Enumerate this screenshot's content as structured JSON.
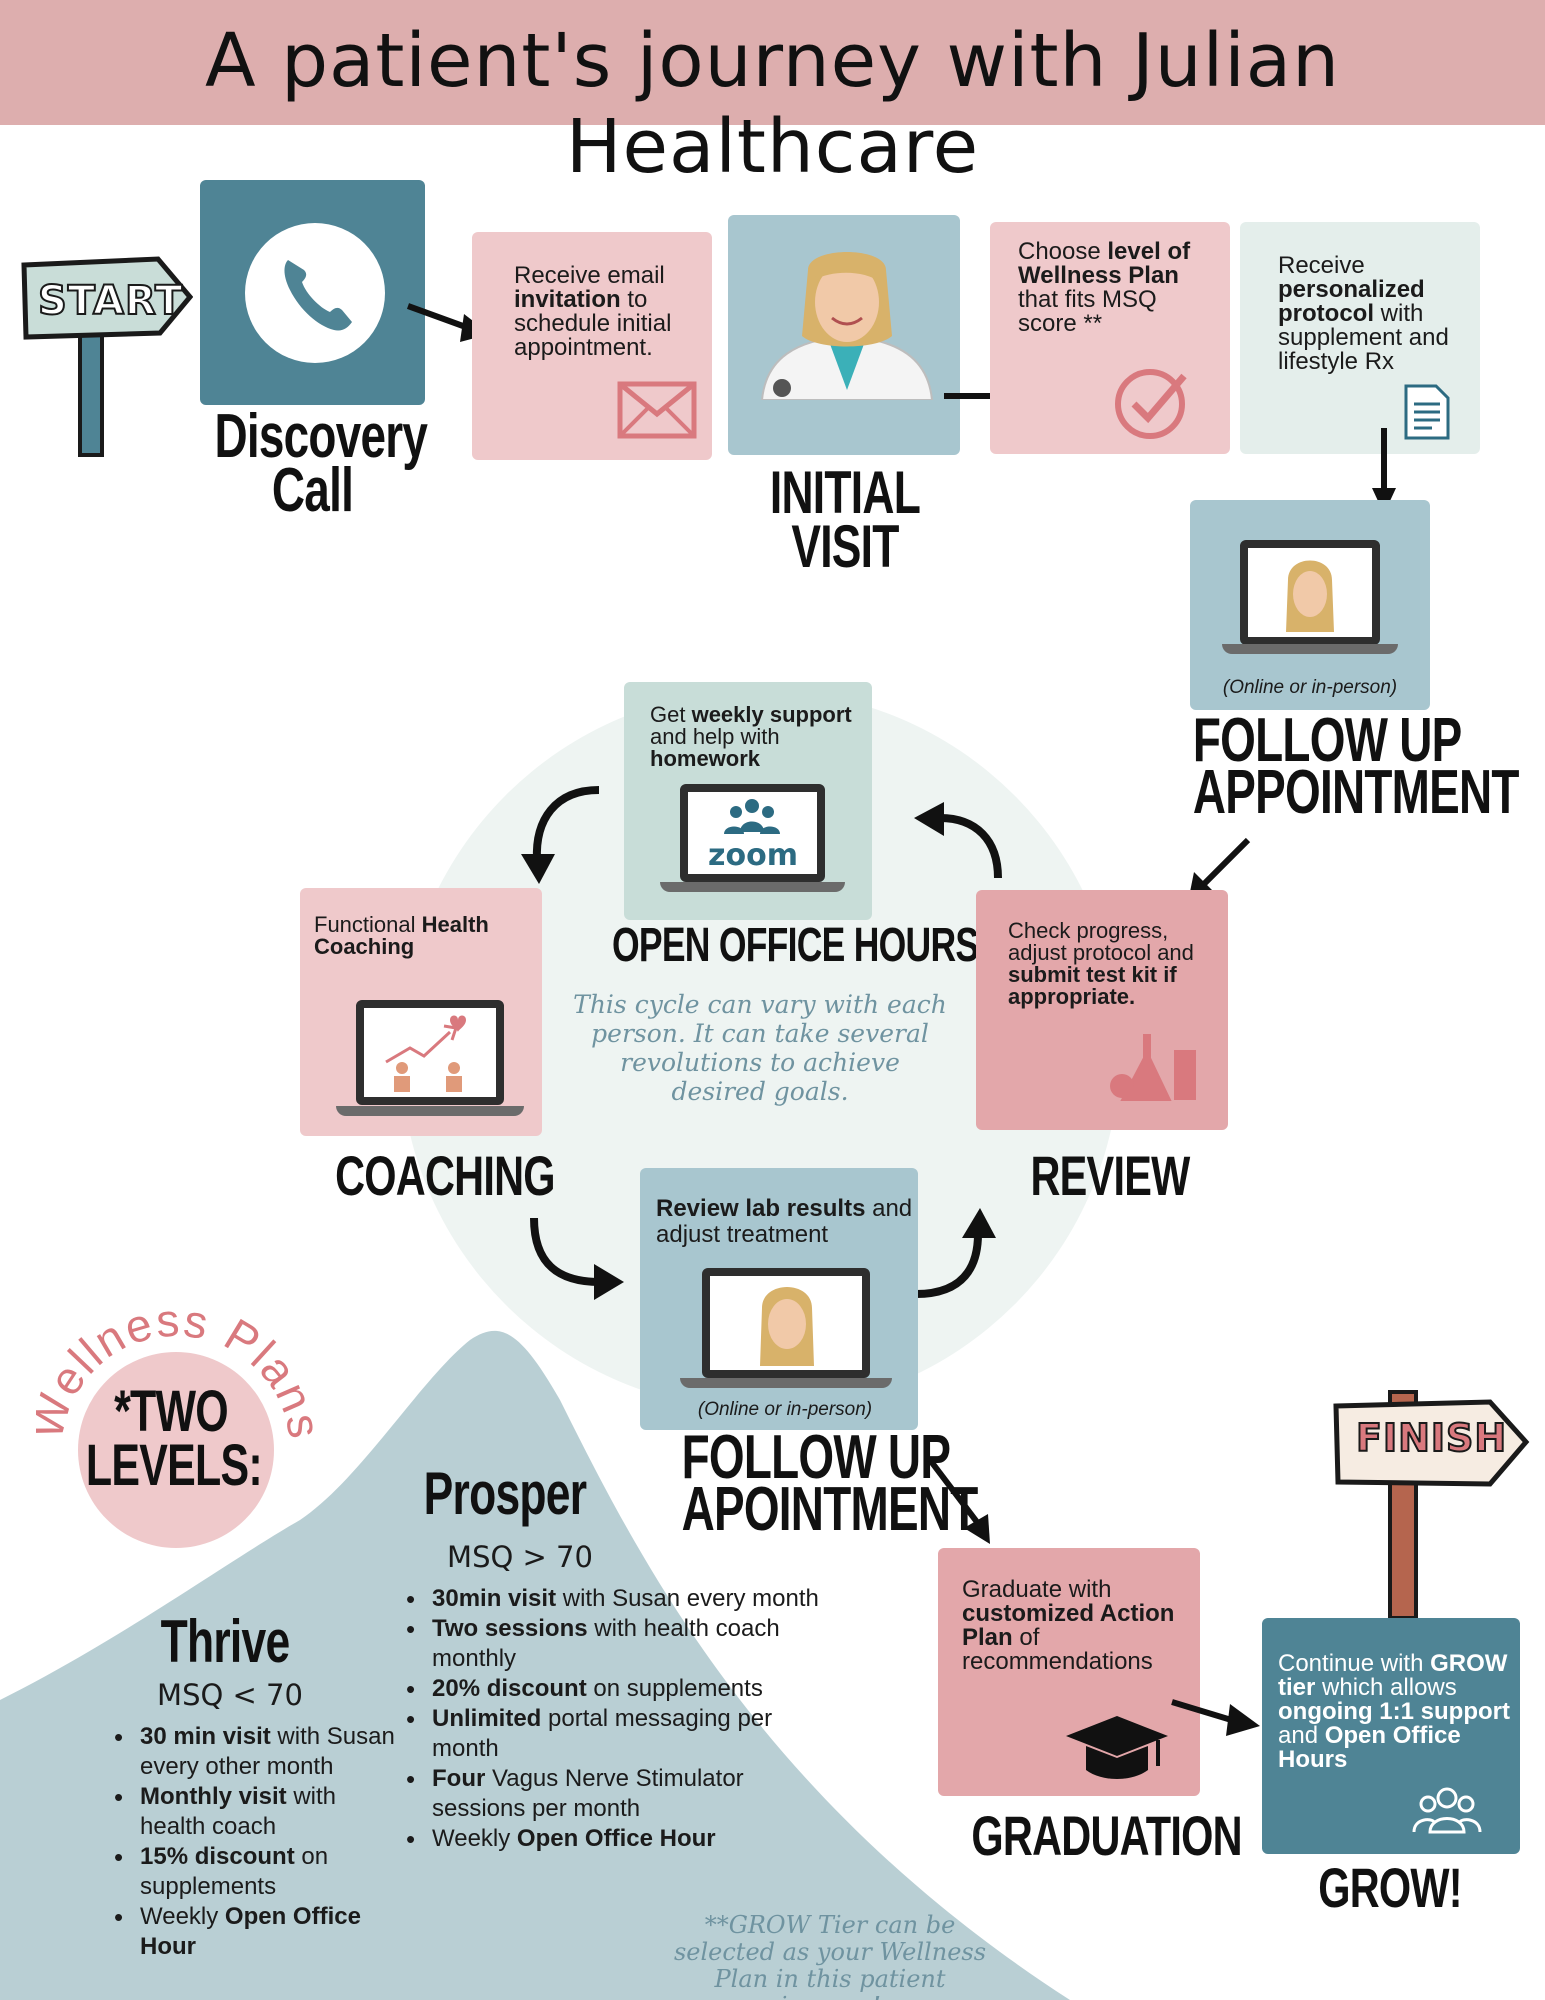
{
  "header": {
    "title": "A patient's journey with Julian Healthcare"
  },
  "start_sign": {
    "label": "START"
  },
  "finish_sign": {
    "label": "FINISH"
  },
  "steps": {
    "discovery": {
      "label": "Discovery Call"
    },
    "invitation": {
      "pre": "Receive email ",
      "bold": "invitation",
      "post": " to schedule initial appointment."
    },
    "initial_visit": {
      "label": "INITIAL VISIT"
    },
    "choose_level": {
      "pre": "Choose ",
      "bold": "level of Wellness Plan",
      "post": " that fits MSQ score **"
    },
    "protocol": {
      "pre": "Receive ",
      "bold": "personalized protocol",
      "post": " with supplement and lifestyle Rx"
    },
    "follow_up_1": {
      "caption": "(Online or in-person)",
      "label_line1": "FOLLOW UP",
      "label_line2": "APPOINTMENT"
    },
    "office_hours": {
      "pre": "Get ",
      "bold1": "weekly support",
      "mid": " and help with ",
      "bold2": "homework",
      "app_name": "zoom",
      "label": "OPEN OFFICE HOURS"
    },
    "coaching": {
      "pre": "Functional ",
      "bold": "Health Coaching",
      "label": "COACHING"
    },
    "review": {
      "pre": "Check progress, adjust protocol and ",
      "bold": "submit test kit if appropriate.",
      "label": "REVIEW"
    },
    "follow_up_2": {
      "bold": "Review lab results",
      "post": " and adjust treatment",
      "caption": "(Online or in-person)",
      "label_line1": "FOLLOW UP",
      "label_line2": "APOINTMENT"
    },
    "graduation": {
      "pre": "Graduate with ",
      "bold": "customized Action Plan",
      "post": " of recommendations",
      "label": "GRADUATION"
    },
    "grow": {
      "pre": "Continue with ",
      "bold1": "GROW tier",
      "mid": " which allows ",
      "bold2": "ongoing 1:1 support",
      "mid2": " and ",
      "bold3": "Open Office Hours",
      "label": "GROW!"
    }
  },
  "cycle_note": "This cycle can vary with each person. It can take several revolutions to achieve desired goals.",
  "wellness_plans": {
    "arc_label": "Wellness Plans",
    "badge_line1": "*TWO",
    "badge_line2": "LEVELS:"
  },
  "thrive": {
    "name": "Thrive",
    "msq": "MSQ < 70",
    "items": [
      {
        "bold": "30 min visit",
        "rest": " with Susan every other month"
      },
      {
        "bold": " Monthly visit",
        "rest": " with health coach"
      },
      {
        "bold": "15% discount",
        "rest": "  on supplements"
      },
      {
        "pre": "Weekly ",
        "bold": "Open Office Hour"
      }
    ]
  },
  "prosper": {
    "name": "Prosper",
    "msq": "MSQ > 70",
    "items": [
      {
        "bold": "30min visit",
        "rest": " with Susan every month"
      },
      {
        "bold": "Two sessions",
        "rest": " with health coach monthly"
      },
      {
        "bold": "20% discount",
        "rest": " on supplements"
      },
      {
        "bold": "Unlimited",
        "rest": " portal messaging per month"
      },
      {
        "bold": "Four",
        "rest": " Vagus Nerve Stimulator sessions per month"
      },
      {
        "pre": "Weekly ",
        "bold": "Open Office Hour"
      }
    ]
  },
  "grow_note": "**GROW Tier can be selected as your Wellness Plan in this patient journey!",
  "colors": {
    "banner": "#ddaeae",
    "teal": "#4f8495",
    "pink": "#efc9cb",
    "mountain": "#b9cfd4",
    "accent_rose": "#d9797e"
  }
}
